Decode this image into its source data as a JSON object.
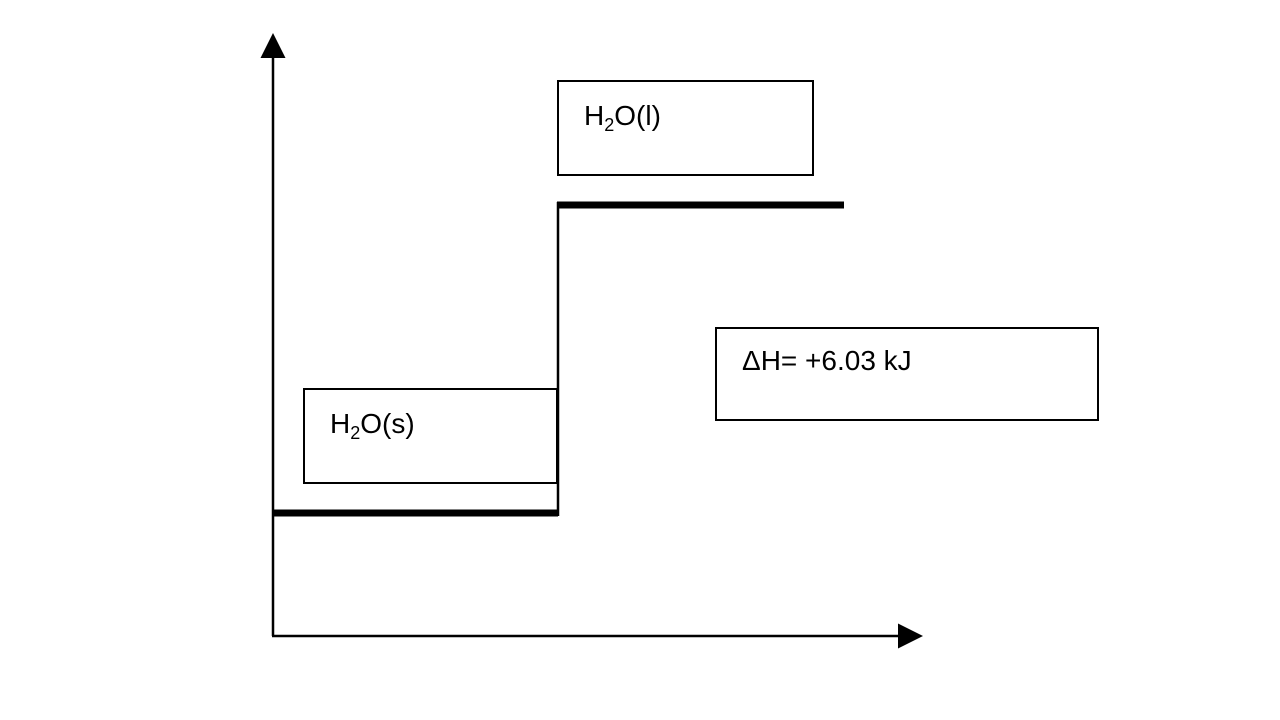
{
  "liquid_label": {
    "prefix": "H",
    "subscript": "2",
    "suffix": "O(l)"
  },
  "solid_label": {
    "prefix": "H",
    "subscript": "2",
    "suffix": "O(s)"
  },
  "enthalpy_label": {
    "text": "ΔH=  +6.03 kJ"
  },
  "colors": {
    "line": "#000000",
    "background": "#ffffff"
  }
}
